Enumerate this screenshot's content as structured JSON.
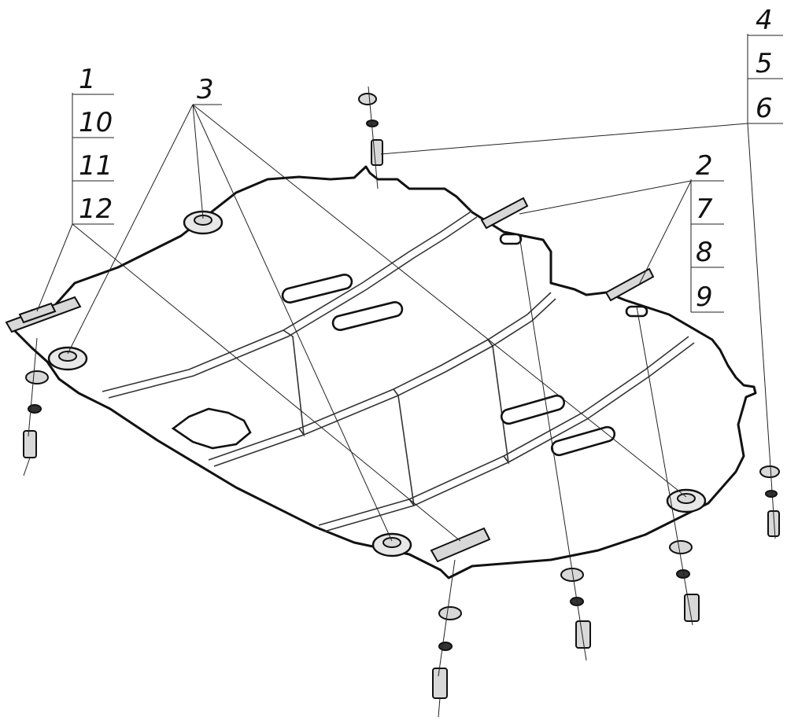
{
  "callouts": {
    "left": [
      "1",
      "10",
      "11",
      "12"
    ],
    "top_mid": "3",
    "right_mid": [
      "2",
      "7",
      "8",
      "9"
    ],
    "right_top": [
      "4",
      "5",
      "6"
    ]
  }
}
